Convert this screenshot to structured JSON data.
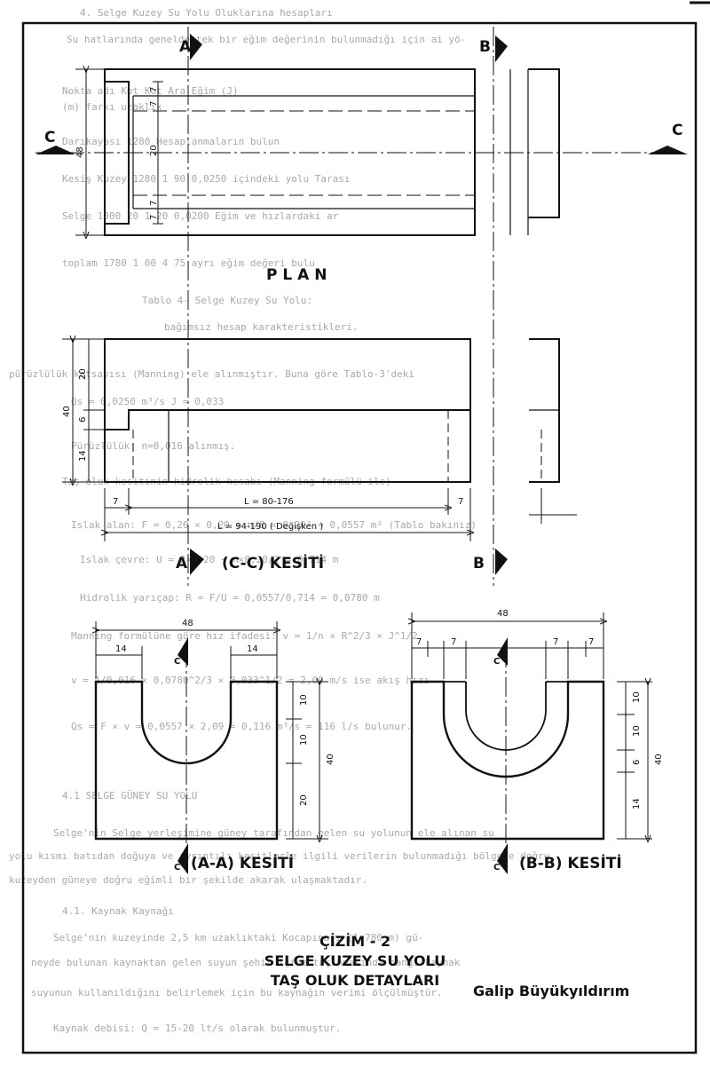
{
  "colors": {
    "ink": "#111111",
    "ghost": "#a9a9a9",
    "paper": "#ffffff"
  },
  "labels": {
    "plan": "P L A N",
    "section_cc": "(C-C) KESİTİ",
    "section_aa": "(A-A) KESİTİ",
    "section_bb": "(B-B) KESİTİ",
    "cut_a": "A",
    "cut_b": "B",
    "cut_c": "C"
  },
  "dimensions": {
    "plan": {
      "total": "48",
      "upper": "7",
      "upper2": "7",
      "middle": "20",
      "lower": "7",
      "lower2": "7"
    },
    "cc": {
      "total": "40",
      "top": "20",
      "mid": "6",
      "bottom": "14",
      "left_lip": "7",
      "right_lip": "7",
      "length_inner": "L = 80-176",
      "length_outer": "L = 94-190 ( Değişken )"
    },
    "aa": {
      "width": "48",
      "left": "14",
      "right": "14",
      "d1": "10",
      "d2": "10",
      "d3": "20",
      "height": "40"
    },
    "bb": {
      "width": "48",
      "s1": "7",
      "s2": "7",
      "s3": "7",
      "s4": "7",
      "d1": "10",
      "d2": "10",
      "d3": "6",
      "d4": "14",
      "height": "40"
    }
  },
  "title_block": {
    "drawing_no": "ÇİZİM - 2",
    "line1": "SELGE KUZEY SU YOLU",
    "line2": "TAŞ OLUK DETAYLARI",
    "author": "Galip Büyükyıldırım"
  },
  "bleed_text": {
    "l01": "4. Selge Kuzey Su Yolu Oluklarına hesapları",
    "l02": "Su hatlarında genelde tek bir eğim değerinin bulunmadığı için ai yö-",
    "l03": "Nokta adı   Kot   Kot    Ara    Eğim (J)",
    "l04": "            (m)   farkı  uzaklık",
    "l05": "Darıkayası  1280                                 Hesaplanmaların bulun",
    "l06": "Kesiş Kuzey 1280         1 90    0,0250          içindeki yolu Tarası",
    "l07": "Selge       1000   20    1 20    0,0200          Eğim ve hızlardaki ar",
    "l08": "toplam      1780   1 00   4 75                    ayrı eğim değeri bulu",
    "l09": "Tablo 4- Selge Kuzey Su Yolu:",
    "l10": "bağımsız hesap karakteristikleri.",
    "l11": "pürüzlülük katsayısı (Manning) ele alınmıştır. Buna göre Tablo-3'deki",
    "l12": "Qs = 0,0250 m³/s     J = 0,033",
    "l13": "Pürüzlülük: n=0,016 alınmış.",
    "l14": "Taş oluk kesitinin hidrolik hesabı (Manning formülü ile)",
    "l15": "Islak alan: F = 0,20 × 0,20 + π/8 × 0,20² = 0,0557 m² (Tablo bakınız)",
    "l16": "Islak çevre: U = 2×0,20 + π×0,20/2 = 0,714 m",
    "l17": "Hidrolik yarıçap: R = F/U = 0,0557/0,714 = 0,0780 m",
    "l18": "Manning formülüne göre hız ifadesi: v = 1/n × R^2/3 × J^1/2",
    "l19": "v = 1/0,016 × 0,0780^2/3 × 0,033^1/2 = 2,09 m/s   ise akış hızı",
    "l20": "Qs = F × v = 0,0557 × 2,09 = 0,116 m³/s  = 116 l/s  bulunur.",
    "l21": "4.1 SELGE GÜNEY SU YOLU",
    "l22": "Selge'nin Selge yerleşimine güney tarafından gelen su yolunun ele alınan su",
    "l23": "yolu kısmı batıdan doğuya ve ayrıntılı kesitlerle ilgili verilerin bulunmadığı bölgeye doğru",
    "l24": "kuzeyden güneye doğru eğimli bir şekilde akarak ulaşmaktadır.",
    "l25": "4.1. Kaynak Kaynağı",
    "l26": "Selge'nin kuzeyinde 2,5 km uzaklıktaki Kocapınarı (1.780 m) gü-",
    "l27": "neyde bulunan kaynaktan gelen suyun şehir içine taşınmasında hangi kaynak",
    "l28": "suyunun kullanıldığını belirlemek için bu kaynağın verimi ölçülmüştür.",
    "l29": "Kaynak debisi: Q = 15-20 lt/s olarak bulunmuştur."
  }
}
